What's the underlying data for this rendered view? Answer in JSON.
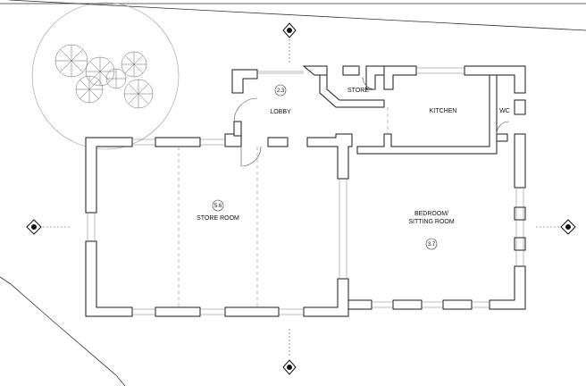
{
  "rooms": {
    "lobby": {
      "name": "LOBBY",
      "tag": "2.3"
    },
    "store": {
      "name": "STORE"
    },
    "kitchen": {
      "name": "KITCHEN"
    },
    "wc": {
      "name": "WC"
    },
    "store_room": {
      "name": "STORE ROOM",
      "tag": "5.6"
    },
    "bedroom": {
      "name_line1": "BEDROOM/",
      "name_line2": "SITTING ROOM",
      "tag": "3.7"
    }
  }
}
